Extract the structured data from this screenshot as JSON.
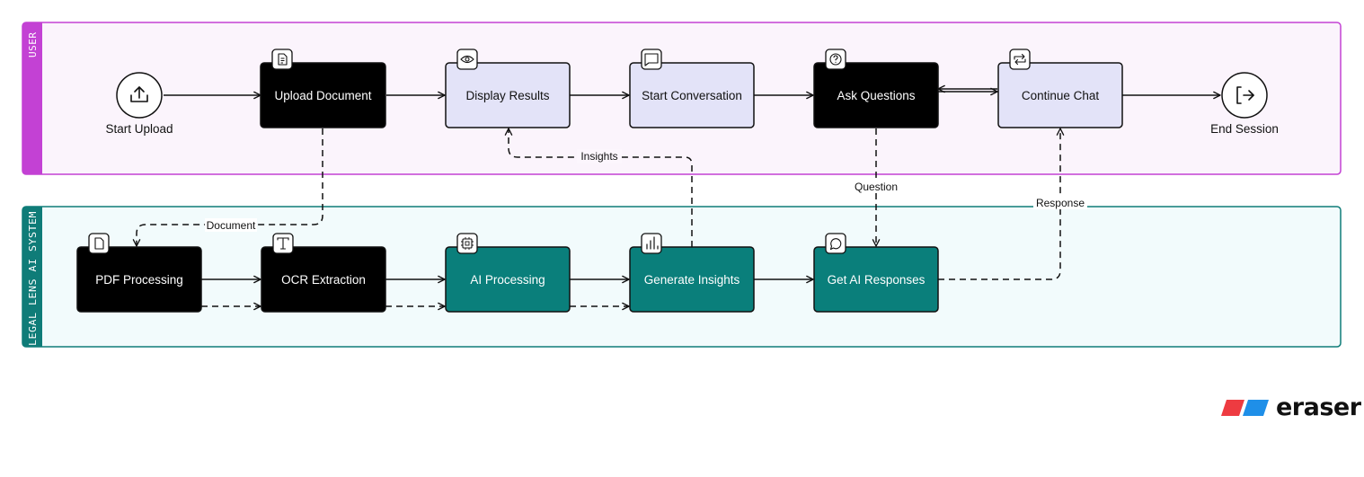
{
  "lanes": {
    "user": "USER",
    "system": "LEGAL LENS AI SYSTEM"
  },
  "nodes": {
    "start_upload": "Start Upload",
    "upload_document": "Upload Document",
    "display_results": "Display Results",
    "start_conversation": "Start Conversation",
    "ask_questions": "Ask Questions",
    "continue_chat": "Continue Chat",
    "end_session": "End Session",
    "pdf_processing": "PDF Processing",
    "ocr_extraction": "OCR Extraction",
    "ai_processing": "AI Processing",
    "generate_insights": "Generate Insights",
    "get_ai_responses": "Get AI Responses"
  },
  "edges": {
    "document": "Document",
    "insights": "Insights",
    "question": "Question",
    "response": "Response"
  },
  "brand": {
    "name": "eraser"
  },
  "colors": {
    "user_lane_border": "#c341d4",
    "user_lane_fill": "#fbf4fc",
    "system_lane_border": "#0f7c78",
    "system_lane_fill": "#f2fbfc",
    "black_node": "#000000",
    "lavender_node": "#e3e3f8",
    "teal_node": "#0a7f7b",
    "brand_red": "#ee3b41",
    "brand_blue": "#1f8fe8"
  }
}
